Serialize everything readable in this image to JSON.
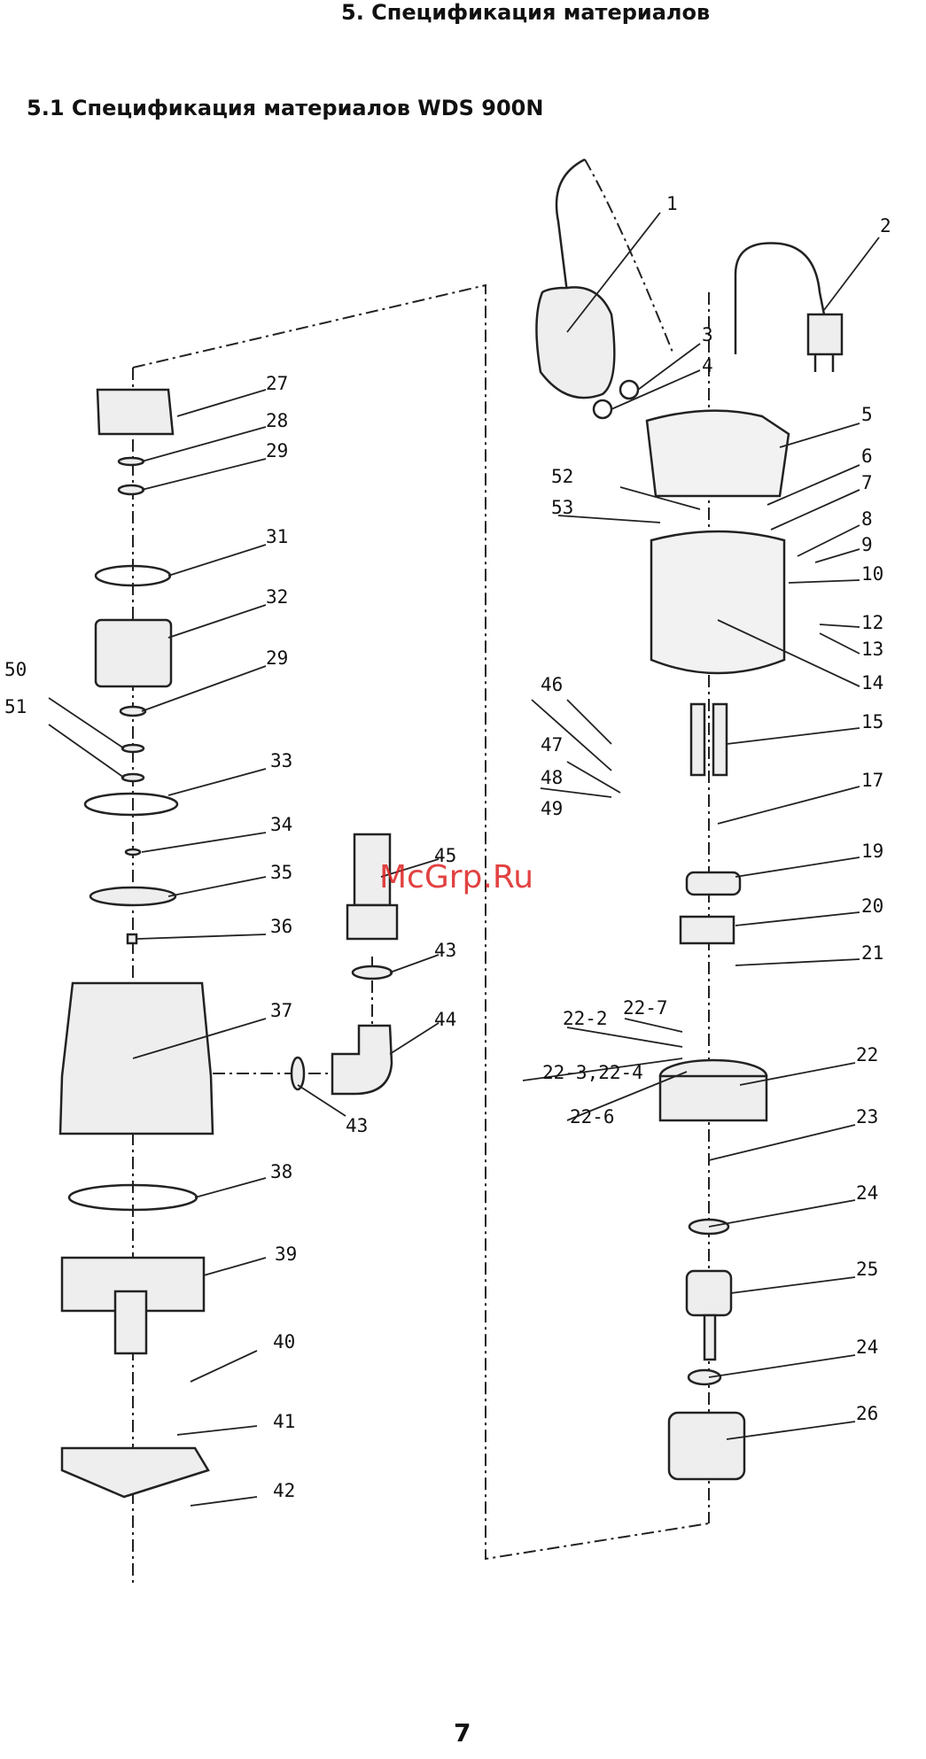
{
  "header": "5. Спецификация материалов",
  "subtitle": "5.1 Спецификация материалов WDS 900N",
  "watermark": "McGrp.Ru",
  "page_number": "7",
  "callouts": [
    "1",
    "2",
    "3",
    "4",
    "5",
    "6",
    "7",
    "8",
    "9",
    "10",
    "12",
    "13",
    "14",
    "15",
    "17",
    "19",
    "20",
    "21",
    "22",
    "22-7",
    "22-2",
    "22-3,22-4",
    "22-6",
    "23",
    "24",
    "25",
    "24",
    "26",
    "27",
    "28",
    "29",
    "31",
    "32",
    "29",
    "50",
    "51",
    "33",
    "34",
    "35",
    "36",
    "37",
    "38",
    "39",
    "40",
    "41",
    "42",
    "45",
    "43",
    "44",
    "43",
    "46",
    "47",
    "48",
    "49",
    "52",
    "53"
  ]
}
